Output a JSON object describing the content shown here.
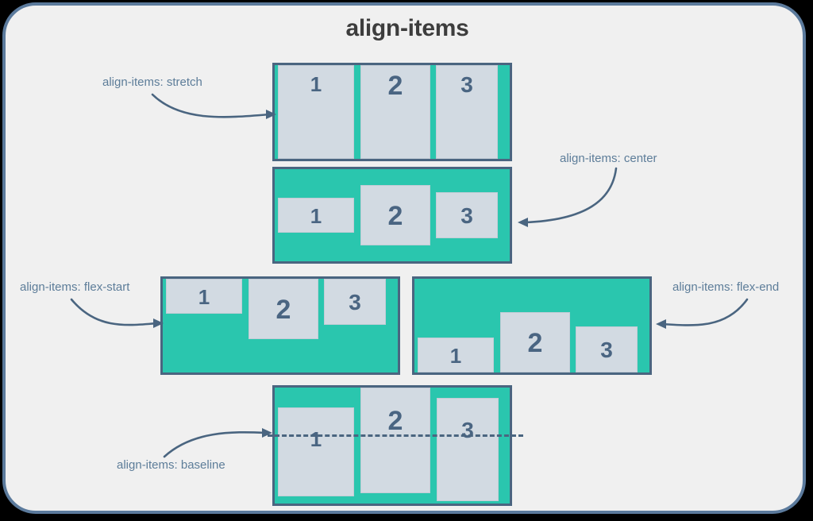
{
  "title": "align-items",
  "colors": {
    "page_background": "#000000",
    "card_background": "#f0f0f0",
    "card_border": "#5b7a9c",
    "container_fill": "#2ac6ae",
    "container_border": "#4a6580",
    "item_fill": "#d2dae2",
    "item_text": "#4a6582",
    "label_text": "#5d7d99",
    "title_text": "#3d3d3d"
  },
  "rows": [
    {
      "id": "stretch",
      "label": "align-items: stretch",
      "value": "stretch",
      "items": [
        {
          "number": "1",
          "font_size": 26,
          "pad_top": 8
        },
        {
          "number": "2",
          "font_size": 34,
          "pad_top": 6
        },
        {
          "number": "3",
          "font_size": 28,
          "pad_top": 8
        }
      ]
    },
    {
      "id": "center",
      "label": "align-items: center",
      "value": "center",
      "items": [
        {
          "number": "1",
          "font_size": 26,
          "height": 44
        },
        {
          "number": "2",
          "font_size": 34,
          "height": 76
        },
        {
          "number": "3",
          "font_size": 28,
          "height": 58
        }
      ]
    },
    {
      "id": "flex-start",
      "label": "align-items: flex-start",
      "value": "flex-start",
      "items": [
        {
          "number": "1",
          "font_size": 26,
          "height": 44
        },
        {
          "number": "2",
          "font_size": 34,
          "height": 76
        },
        {
          "number": "3",
          "font_size": 28,
          "height": 58
        }
      ]
    },
    {
      "id": "flex-end",
      "label": "align-items: flex-end",
      "value": "flex-end",
      "items": [
        {
          "number": "1",
          "font_size": 26,
          "height": 44
        },
        {
          "number": "2",
          "font_size": 34,
          "height": 76
        },
        {
          "number": "3",
          "font_size": 28,
          "height": 58
        }
      ]
    },
    {
      "id": "baseline",
      "label": "align-items: baseline",
      "value": "baseline",
      "items": [
        {
          "number": "1",
          "font_size": 26
        },
        {
          "number": "2",
          "font_size": 34
        },
        {
          "number": "3",
          "font_size": 28
        }
      ]
    }
  ]
}
